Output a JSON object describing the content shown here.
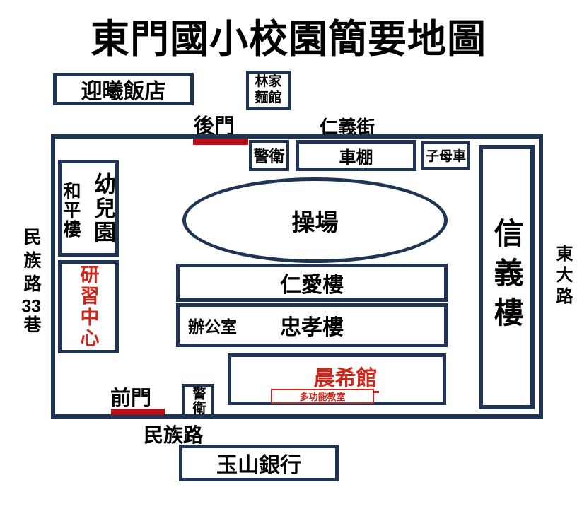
{
  "colors": {
    "navy": "#1f3454",
    "red_line": "#b5101a",
    "red_text": "#d0251b"
  },
  "title": "東門國小校園簡要地圖",
  "landmarks": {
    "hotel": "迎曦飯店",
    "noodle_shop": {
      "line1": "林家",
      "line2": "麵館"
    },
    "bank": "玉山銀行"
  },
  "streets": {
    "top": "仁義街",
    "bottom": "民族路",
    "left": {
      "part1": "民族路",
      "digits": "33",
      "part2": "巷"
    },
    "right": "東大路"
  },
  "gates": {
    "back": "後門",
    "front": "前門"
  },
  "campus": {
    "guard_top": "警衛",
    "bike_shed": "車棚",
    "cart": "子母車",
    "xinyi_building": "信義樓",
    "kindergarten": "幼兒園",
    "heping_building": "和平樓",
    "training_center": "研習中心",
    "playground": "操場",
    "renai_building": "仁愛樓",
    "office": "辦公室",
    "zhongxiao_building": "忠孝樓",
    "chenxi_hall": "晨希館",
    "multipurpose_room": "多功能教室",
    "guard_bottom": "警衛"
  }
}
